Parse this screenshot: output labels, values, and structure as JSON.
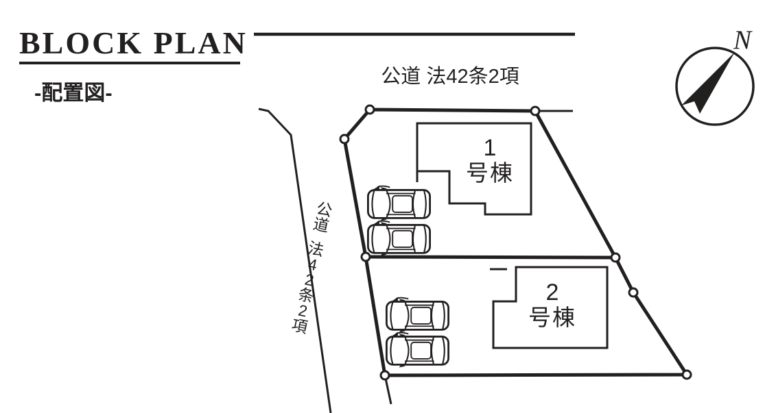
{
  "header": {
    "title": "BLOCK PLAN",
    "subtitle": "-配置図-"
  },
  "roads": {
    "top_label": "公道 法42条2項",
    "left_label": "公道 法42条2項",
    "left_label_chars": [
      "公",
      "道",
      "法",
      "4",
      "2",
      "条",
      "2",
      "項"
    ]
  },
  "buildings": [
    {
      "label": "1号棟",
      "number": "1",
      "suffix": "号棟"
    },
    {
      "label": "2号棟",
      "number": "2",
      "suffix": "号棟"
    }
  ],
  "parking": {
    "car_count": 4
  },
  "compass": {
    "north_label": "N"
  },
  "colors": {
    "ink": "#221f1f",
    "background": "#ffffff"
  }
}
